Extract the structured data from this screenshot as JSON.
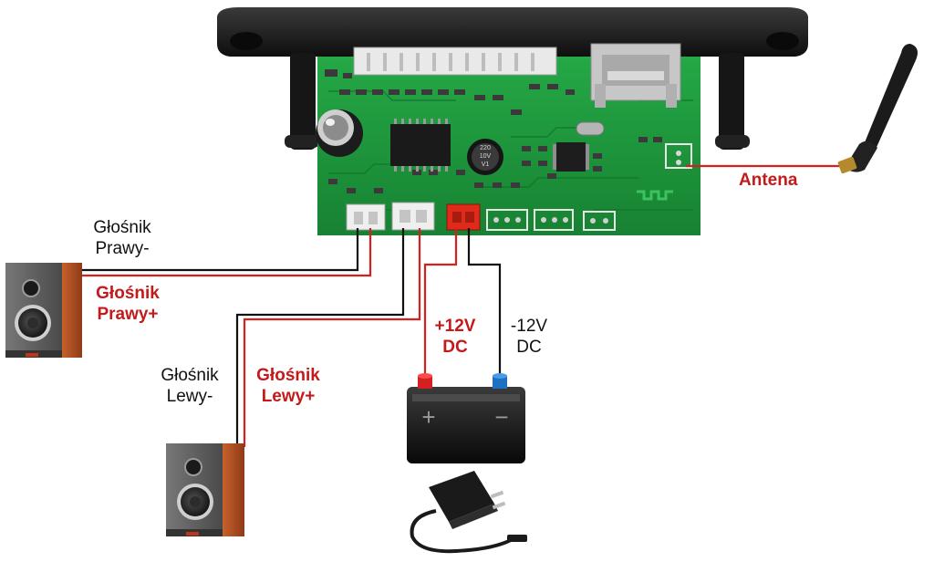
{
  "labels": {
    "speaker_right_minus": [
      "Głośnik",
      "Prawy-"
    ],
    "speaker_right_plus": [
      "Głośnik",
      "Prawy+"
    ],
    "speaker_left_minus": [
      "Głośnik",
      "Lewy-"
    ],
    "speaker_left_plus": [
      "Głośnik",
      "Lewy+"
    ],
    "power_plus": [
      "+12V",
      "DC"
    ],
    "power_minus": [
      "-12V",
      "DC"
    ],
    "antenna": "Antena"
  },
  "board_marks": {
    "cap_text": [
      "220",
      "10V",
      "V1"
    ]
  },
  "battery": {
    "plus": "+",
    "minus": "−"
  },
  "colors": {
    "positive_wire": "#d42020",
    "negative_wire": "#111111",
    "pcb": "#1e9a3c",
    "bezel": "#1c1c1c",
    "speaker_wood": "#b8562a",
    "label_red": "#c41a1a"
  }
}
